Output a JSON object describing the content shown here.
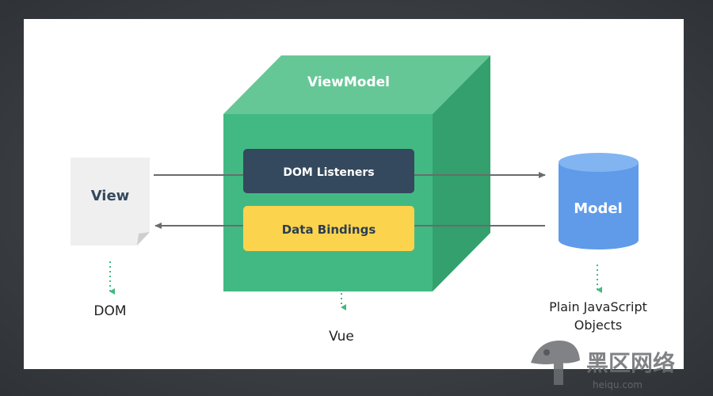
{
  "diagram": {
    "viewmodel_label": "ViewModel",
    "dom_listeners_label": "DOM Listeners",
    "data_bindings_label": "Data Bindings",
    "view_label": "View",
    "model_label": "Model",
    "dom_label": "DOM",
    "vue_label": "Vue",
    "plain_js_line1": "Plain JavaScript",
    "plain_js_line2": "Objects"
  },
  "watermark": {
    "brand_text": "黑区网络",
    "url_text": "heiqu.com"
  },
  "colors": {
    "cube_front": "#42b983",
    "cube_top": "#66c796",
    "cube_side": "#33a06d",
    "dom_listeners_bg": "#34495e",
    "data_bindings_bg": "#fcd34d",
    "model_cylinder": "#5f9be8",
    "model_cylinder_top": "#82b4f2",
    "view_doc": "#efefef",
    "arrow": "#6b6b6b",
    "dotted_arrow": "#42b983"
  }
}
